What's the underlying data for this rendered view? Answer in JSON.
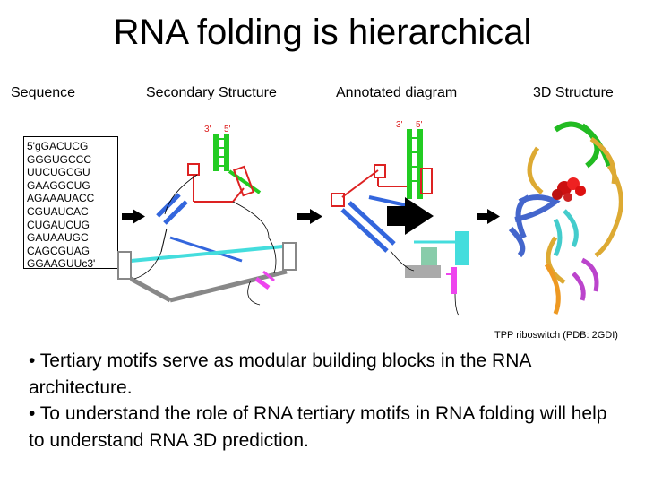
{
  "title": "RNA folding is hierarchical",
  "headers": {
    "sequence": "Sequence",
    "secondary": "Secondary Structure",
    "annotated": "Annotated diagram",
    "structure3d": "3D Structure"
  },
  "sequence_lines": [
    "5'gGACUCG",
    "GGGUGCCC",
    "UUCUGCGU",
    "GAAGGCUG",
    "AGAAAUACC",
    "CGUAUCAC",
    "CUGAUCUG",
    "GAUAAUGC",
    "CAGCGUAG",
    "GGAAGUUc3'"
  ],
  "secondary_labels": {
    "three_prime": "3'",
    "five_prime": "5'"
  },
  "annotated_labels": {
    "three_prime": "3'",
    "five_prime": "5'"
  },
  "caption": "TPP riboswitch (PDB: 2GDI)",
  "bullets": [
    "• Tertiary motifs serve as modular building blocks in the RNA architecture.",
    "• To understand the role of RNA tertiary motifs in RNA folding will help to understand RNA 3D prediction."
  ],
  "colors": {
    "green": "#22cc22",
    "red": "#dd2222",
    "blue": "#3366dd",
    "cyan": "#44dddd",
    "magenta": "#ee44ee",
    "gray": "#888888",
    "arrow": "#000000"
  }
}
